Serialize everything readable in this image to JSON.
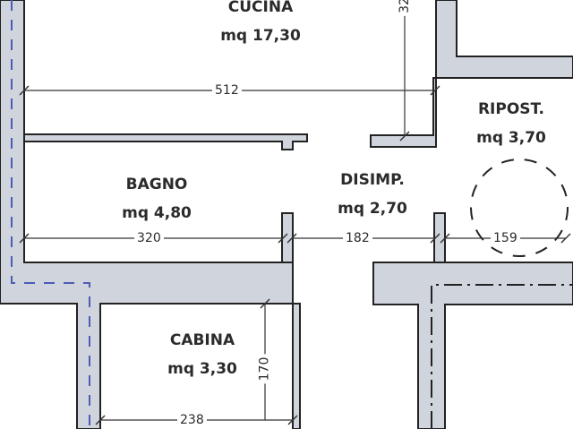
{
  "colors": {
    "wall_fill": "#d0d4dc",
    "wall_stroke": "#222222",
    "dimension_line": "#333333",
    "dashed_line": "#4a5cb8"
  },
  "rooms": [
    {
      "name": "CUCINA",
      "area": "mq 17,30"
    },
    {
      "name": "RIPOST.",
      "area": "mq 3,70"
    },
    {
      "name": "BAGNO",
      "area": "mq 4,80"
    },
    {
      "name": "DISIMP.",
      "area": "mq 2,70"
    },
    {
      "name": "CABINA",
      "area": "mq 3,30"
    }
  ],
  "dimensions": {
    "kitchen_width": "512",
    "kitchen_height_partial": "32",
    "bath_width": "320",
    "hall_width": "182",
    "storage_width": "159",
    "cabin_width": "238",
    "cabin_height": "170"
  }
}
